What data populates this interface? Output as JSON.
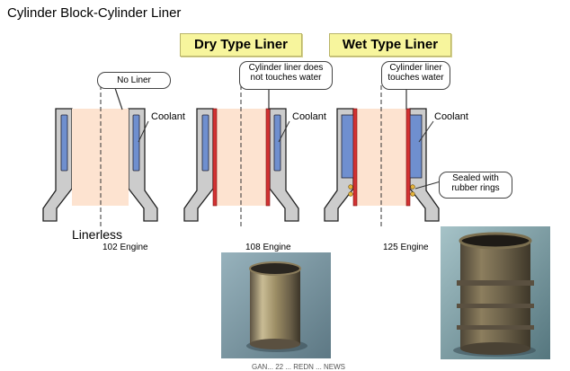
{
  "title": "Cylinder Block-Cylinder Liner",
  "type_labels": {
    "dry": "Dry Type Liner",
    "wet": "Wet Type Liner"
  },
  "callouts": {
    "no_liner": "No Liner",
    "dry": "Cylinder liner does not touches water",
    "wet": "Cylinder liner touches water",
    "sealed": "Sealed with rubber rings"
  },
  "coolant_label": "Coolant",
  "liners": [
    {
      "name": "Linerless",
      "engine": "102 Engine"
    },
    {
      "engine": "108 Engine"
    },
    {
      "engine": "125 Engine"
    }
  ],
  "footer_text": "GAN... 22 ... REDN ... NEWS",
  "colors": {
    "block": "#cccccc",
    "bore": "#fde3d0",
    "coolant": "#6f8fcf",
    "liner": "#d23232",
    "label_bg": "#f7f59d"
  }
}
